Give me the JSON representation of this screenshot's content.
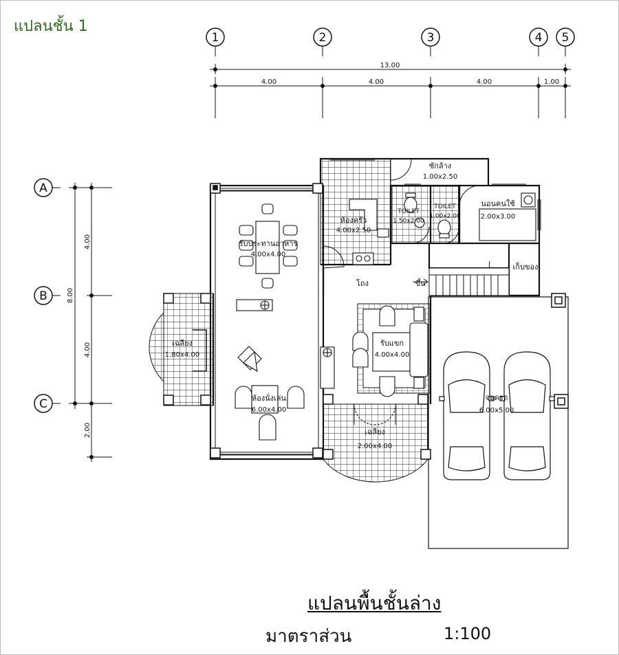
{
  "page_label": "แปลนชั้น 1",
  "title": "แปลนพื้นชั้นล่าง",
  "scale": {
    "label": "มาตราส่วน",
    "value": "1:100"
  },
  "grid_columns": [
    "1",
    "2",
    "3",
    "4",
    "5"
  ],
  "grid_rows": [
    "A",
    "B",
    "C"
  ],
  "dimensions": {
    "total_width": "13.00",
    "column_spans": [
      "4.00",
      "4.00",
      "4.00",
      "1.00"
    ],
    "total_depth": "8.00",
    "row_spans": [
      "4.00",
      "4.00",
      "2.00"
    ]
  },
  "rooms": {
    "laundry": {
      "name": "ซักล้าง",
      "size": "1.00x2.50"
    },
    "kitchen": {
      "name": "ห้องครัว",
      "size": "4.00x2.50"
    },
    "toilet1": {
      "name": "TOILET",
      "size": "1.50x2.00"
    },
    "toilet2": {
      "name": "TOILET",
      "size": "1.00x2.00"
    },
    "maid_room": {
      "name": "นอนคนใช้",
      "size": "2.00x3.00"
    },
    "dining": {
      "name": "รับประทานอาหาร",
      "size": "4.00x4.00"
    },
    "hall": {
      "name": "โถง"
    },
    "stairs_up": {
      "name": "ขึ้น"
    },
    "storage": {
      "name": "เก็บของ"
    },
    "terrace_left": {
      "name": "เฉลียง",
      "size": "1.80x4.00"
    },
    "living": {
      "name": "ห้องนั่งเล่น",
      "size": "6.00x4.00"
    },
    "guest": {
      "name": "รับแขก",
      "size": "4.00x4.00"
    },
    "terrace_front": {
      "name": "เฉลียง",
      "size": "2.00x4.00"
    },
    "garage": {
      "name": "จอดรถ",
      "size": "6.00x5.00"
    }
  }
}
